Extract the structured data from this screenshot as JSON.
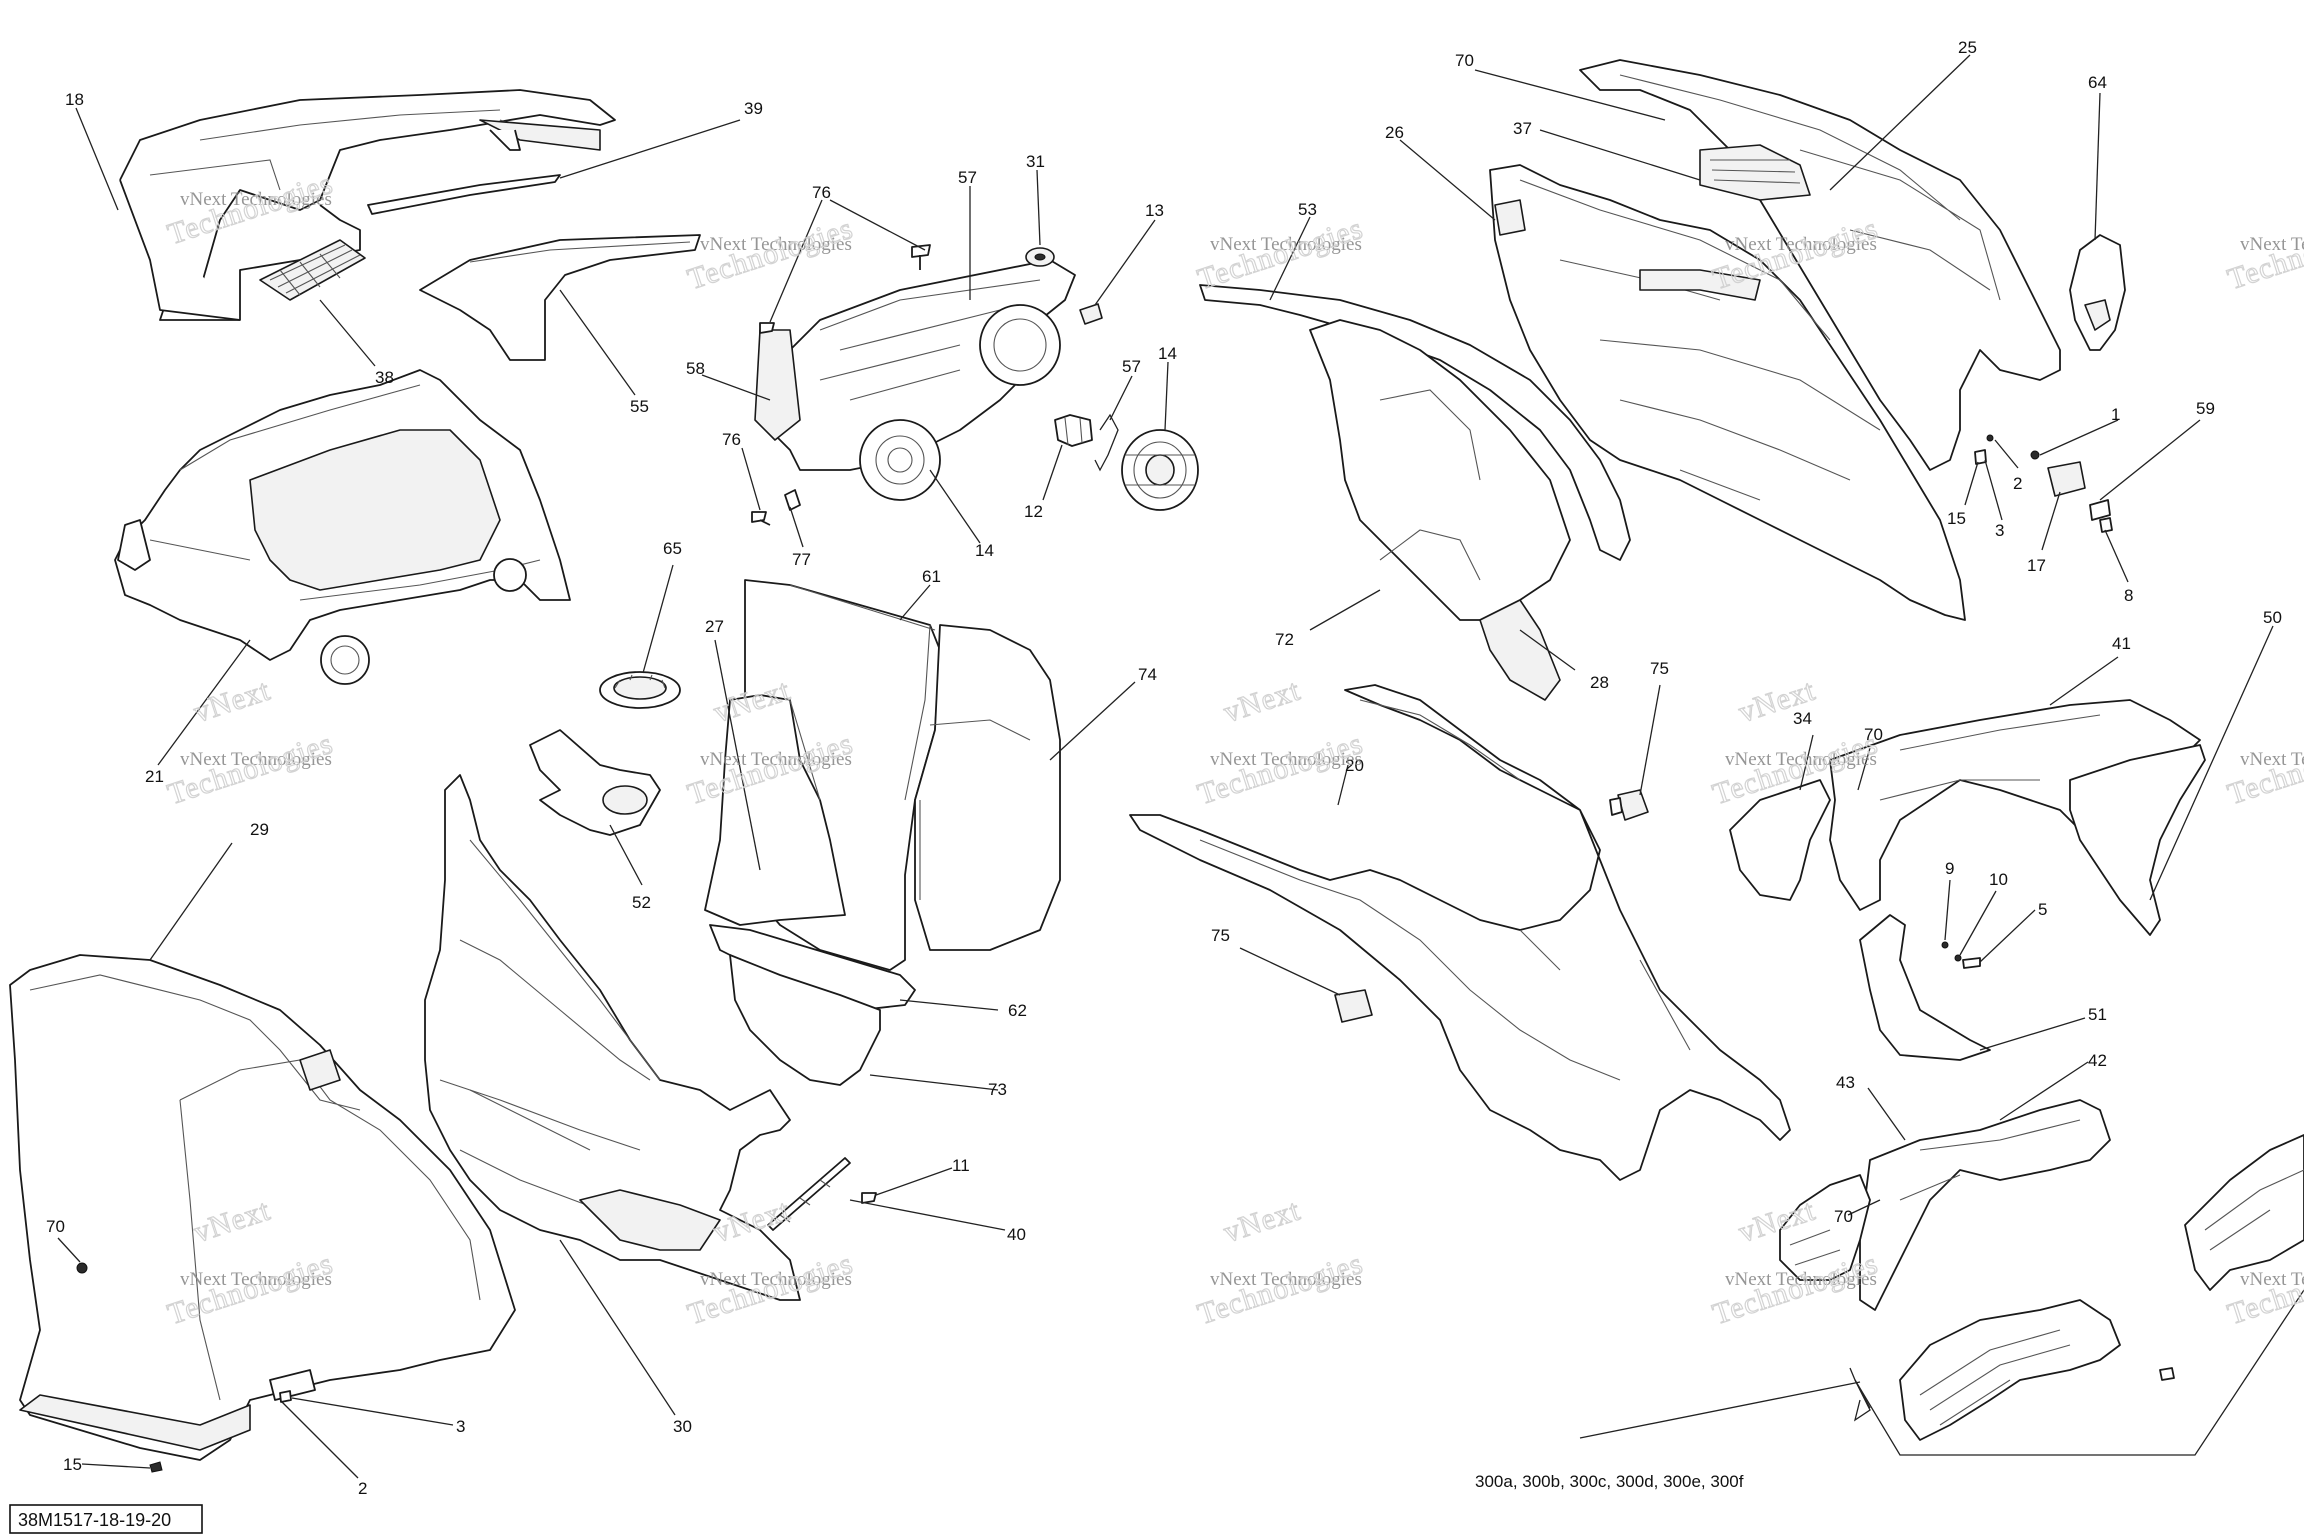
{
  "diagram": {
    "code": "38M1517-18-19-20",
    "variants_label": "300a, 300b, 300c, 300d, 300e, 300f",
    "watermark": {
      "line1": "vNext Technologies",
      "line2": "Technologies",
      "brand": "vNext"
    },
    "callouts": [
      {
        "id": "18",
        "text": "18"
      },
      {
        "id": "39",
        "text": "39"
      },
      {
        "id": "38",
        "text": "38"
      },
      {
        "id": "55",
        "text": "55"
      },
      {
        "id": "76a",
        "text": "76"
      },
      {
        "id": "57a",
        "text": "57"
      },
      {
        "id": "31",
        "text": "31"
      },
      {
        "id": "13",
        "text": "13"
      },
      {
        "id": "58",
        "text": "58"
      },
      {
        "id": "57b",
        "text": "57"
      },
      {
        "id": "14a",
        "text": "14"
      },
      {
        "id": "76b",
        "text": "76"
      },
      {
        "id": "12",
        "text": "12"
      },
      {
        "id": "14b",
        "text": "14"
      },
      {
        "id": "77",
        "text": "77"
      },
      {
        "id": "21",
        "text": "21"
      },
      {
        "id": "65",
        "text": "65"
      },
      {
        "id": "52",
        "text": "52"
      },
      {
        "id": "61",
        "text": "61"
      },
      {
        "id": "27",
        "text": "27"
      },
      {
        "id": "74",
        "text": "74"
      },
      {
        "id": "29",
        "text": "29"
      },
      {
        "id": "62",
        "text": "62"
      },
      {
        "id": "73",
        "text": "73"
      },
      {
        "id": "11",
        "text": "11"
      },
      {
        "id": "40",
        "text": "40"
      },
      {
        "id": "30",
        "text": "30"
      },
      {
        "id": "70a",
        "text": "70"
      },
      {
        "id": "3a",
        "text": "3"
      },
      {
        "id": "2a",
        "text": "2"
      },
      {
        "id": "15a",
        "text": "15"
      },
      {
        "id": "53",
        "text": "53"
      },
      {
        "id": "72",
        "text": "72"
      },
      {
        "id": "28",
        "text": "28"
      },
      {
        "id": "75a",
        "text": "75"
      },
      {
        "id": "20",
        "text": "20"
      },
      {
        "id": "75b",
        "text": "75"
      },
      {
        "id": "70b",
        "text": "70"
      },
      {
        "id": "26",
        "text": "26"
      },
      {
        "id": "37",
        "text": "37"
      },
      {
        "id": "25",
        "text": "25"
      },
      {
        "id": "64",
        "text": "64"
      },
      {
        "id": "1",
        "text": "1"
      },
      {
        "id": "59",
        "text": "59"
      },
      {
        "id": "2b",
        "text": "2"
      },
      {
        "id": "15b",
        "text": "15"
      },
      {
        "id": "3b",
        "text": "3"
      },
      {
        "id": "17",
        "text": "17"
      },
      {
        "id": "8",
        "text": "8"
      },
      {
        "id": "50",
        "text": "50"
      },
      {
        "id": "41",
        "text": "41"
      },
      {
        "id": "34",
        "text": "34"
      },
      {
        "id": "70c",
        "text": "70"
      },
      {
        "id": "9",
        "text": "9"
      },
      {
        "id": "10",
        "text": "10"
      },
      {
        "id": "5",
        "text": "5"
      },
      {
        "id": "51",
        "text": "51"
      },
      {
        "id": "42",
        "text": "42"
      },
      {
        "id": "43",
        "text": "43"
      },
      {
        "id": "70d",
        "text": "70"
      }
    ]
  }
}
